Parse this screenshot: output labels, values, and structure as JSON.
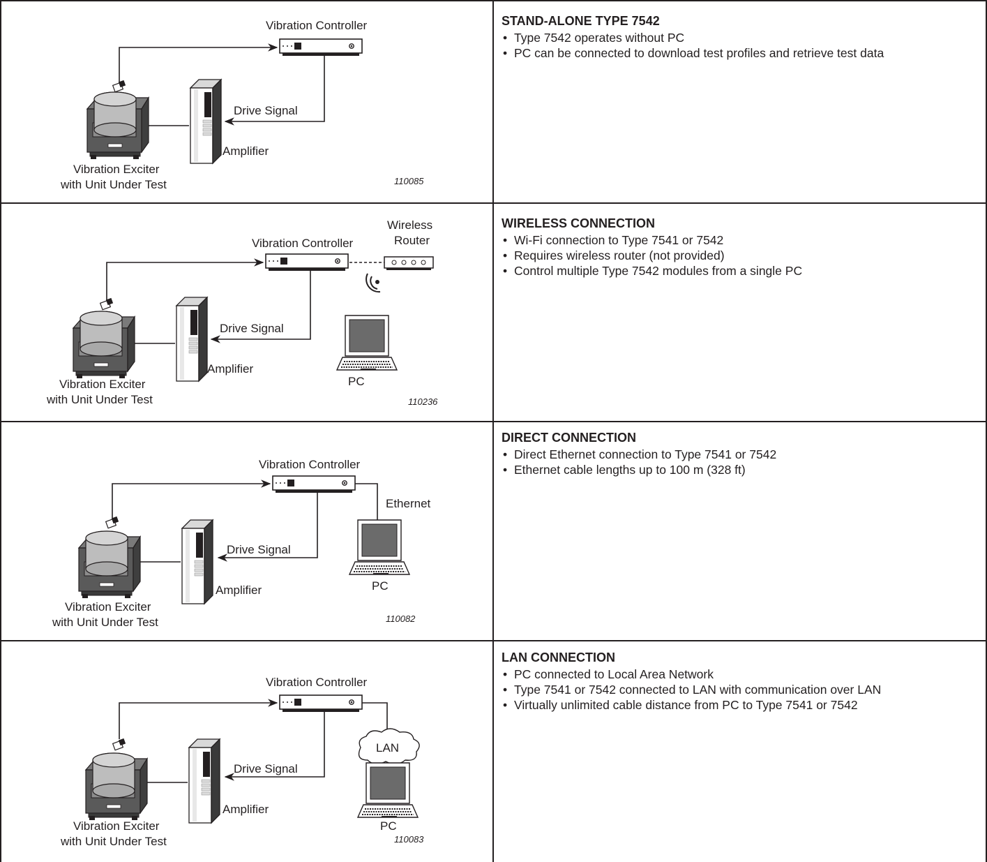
{
  "panels": [
    {
      "heading": "STAND-ALONE TYPE 7542",
      "bullets": [
        "Type 7542 operates without PC",
        "PC can be connected to download test profiles and retrieve test data"
      ],
      "labels": {
        "controller": "Vibration Controller",
        "drive": "Drive Signal",
        "amplifier": "Amplifier",
        "exciter_line1": "Vibration Exciter",
        "exciter_line2": "with Unit Under Test",
        "figure_id": "110085"
      }
    },
    {
      "heading": "WIRELESS CONNECTION",
      "bullets": [
        "Wi-Fi connection to Type 7541 or 7542",
        "Requires wireless router (not provided)",
        "Control multiple Type 7542 modules from a single PC"
      ],
      "labels": {
        "controller": "Vibration Controller",
        "router_line1": "Wireless",
        "router_line2": "Router",
        "drive": "Drive Signal",
        "amplifier": "Amplifier",
        "pc": "PC",
        "exciter_line1": "Vibration Exciter",
        "exciter_line2": "with Unit Under Test",
        "figure_id": "110236"
      }
    },
    {
      "heading": "DIRECT CONNECTION",
      "bullets": [
        "Direct Ethernet connection to Type 7541 or 7542",
        "Ethernet cable lengths up to 100 m (328 ft)"
      ],
      "labels": {
        "controller": "Vibration Controller",
        "ethernet": "Ethernet",
        "drive": "Drive Signal",
        "amplifier": "Amplifier",
        "pc": "PC",
        "exciter_line1": "Vibration Exciter",
        "exciter_line2": "with Unit Under Test",
        "figure_id": "110082"
      }
    },
    {
      "heading": "LAN CONNECTION",
      "bullets": [
        "PC connected to Local Area Network",
        "Type 7541 or 7542 connected to LAN with communication over LAN",
        "Virtually unlimited cable distance from PC to Type 7541 or 7542"
      ],
      "labels": {
        "controller": "Vibration Controller",
        "lan": "LAN",
        "drive": "Drive Signal",
        "amplifier": "Amplifier",
        "pc": "PC",
        "exciter_line1": "Vibration Exciter",
        "exciter_line2": "with Unit Under Test",
        "figure_id": "110083"
      }
    }
  ]
}
